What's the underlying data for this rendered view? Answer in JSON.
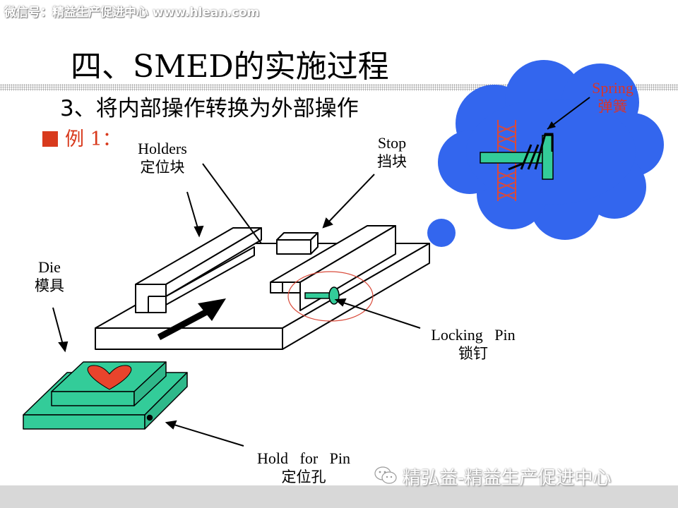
{
  "watermark_top": "微信号：精益生产促进中心 www.hlean.com",
  "title": "四、SMED的实施过程",
  "subtitle": "3、将内部操作转换为外部操作",
  "example_label": "例 1：",
  "labels": {
    "holders_en": "Holders",
    "holders_zh": "定位块",
    "stop_en": "Stop",
    "stop_zh": "挡块",
    "spring_en": "Spring",
    "spring_zh": "弹簧",
    "die_en": "Die",
    "die_zh": "模具",
    "locking_pin_en": "Locking   Pin",
    "locking_pin_zh": "锁钉",
    "hold_for_pin_en": "Hold   for   Pin",
    "hold_for_pin_zh": "定位孔"
  },
  "watermark_bottom": "精弘益-精益生产促进中心",
  "colors": {
    "accent_red": "#d83a1d",
    "cloud_blue": "#3366ee",
    "die_green": "#33cc99",
    "heart_red": "#e8442c",
    "hatch_red": "#d94a3a"
  },
  "icons": [
    "wechat-icon",
    "heart-icon",
    "arrow-icon"
  ]
}
